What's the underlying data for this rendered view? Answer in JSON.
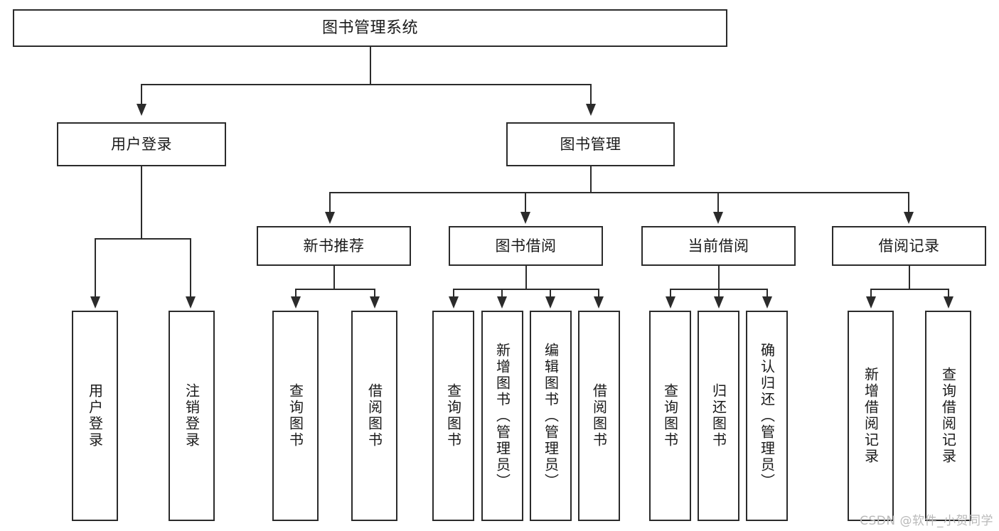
{
  "diagram": {
    "title": "图书管理系统",
    "type": "tree",
    "orientation": "top-down",
    "colors": {
      "box_border": "#2b2b2b",
      "box_fill": "#ffffff",
      "connector": "#2b2b2b",
      "canvas": "#ffffff",
      "watermark": "#b9b9b9"
    }
  },
  "nodes": {
    "root": {
      "label": "图书管理系统"
    },
    "level1": [
      {
        "label": "用户登录"
      },
      {
        "label": "图书管理"
      }
    ],
    "level2": [
      {
        "label": "新书推荐"
      },
      {
        "label": "图书借阅"
      },
      {
        "label": "当前借阅"
      },
      {
        "label": "借阅记录"
      }
    ],
    "leaves": {
      "user_login": [
        {
          "label": "用户登录"
        },
        {
          "label": "注销登录"
        }
      ],
      "new_book_recommend": [
        {
          "label": "查询图书"
        },
        {
          "label": "借阅图书"
        }
      ],
      "book_borrow": [
        {
          "label": "查询图书"
        },
        {
          "label": "新增图书（管理员）"
        },
        {
          "label": "编辑图书（管理员）"
        },
        {
          "label": "借阅图书"
        }
      ],
      "current_borrow": [
        {
          "label": "查询图书"
        },
        {
          "label": "归还图书"
        },
        {
          "label": "确认归还（管理员）"
        }
      ],
      "borrow_record": [
        {
          "label": "新增借阅记录"
        },
        {
          "label": "查询借阅记录"
        }
      ]
    }
  },
  "watermark": {
    "text": "CSDN @软件_小贺同学"
  }
}
